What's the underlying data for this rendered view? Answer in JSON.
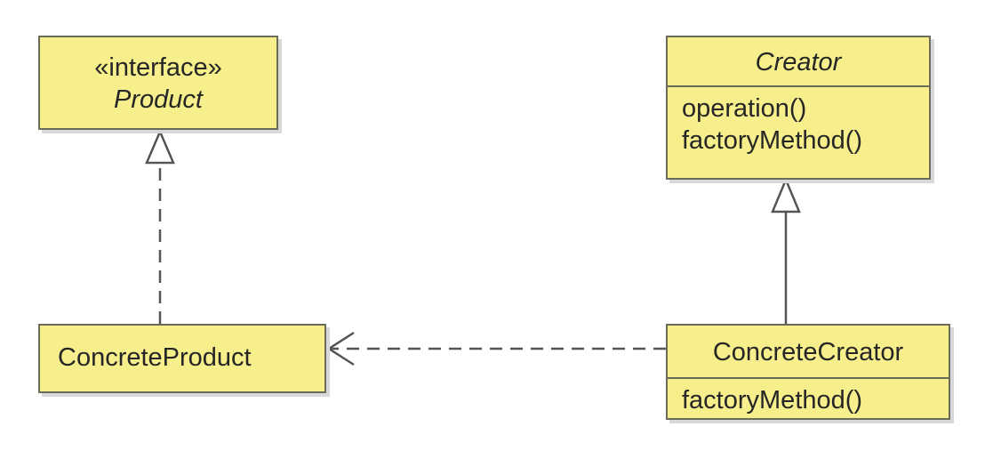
{
  "diagram": {
    "product": {
      "stereotype": "«interface»",
      "name": "Product"
    },
    "creator": {
      "name": "Creator",
      "operations": [
        "operation()",
        "factoryMethod()"
      ]
    },
    "concrete_product": {
      "name": "ConcreteProduct"
    },
    "concrete_creator": {
      "name": "ConcreteCreator",
      "operations": [
        "factoryMethod()"
      ]
    },
    "relations": [
      {
        "from": "ConcreteProduct",
        "to": "Product",
        "type": "realization"
      },
      {
        "from": "ConcreteCreator",
        "to": "Creator",
        "type": "generalization"
      },
      {
        "from": "ConcreteCreator",
        "to": "ConcreteProduct",
        "type": "dependency"
      }
    ],
    "colors": {
      "class_fill": "#f7ef8c",
      "class_border": "#6b6b5a",
      "connector": "#555555"
    }
  }
}
